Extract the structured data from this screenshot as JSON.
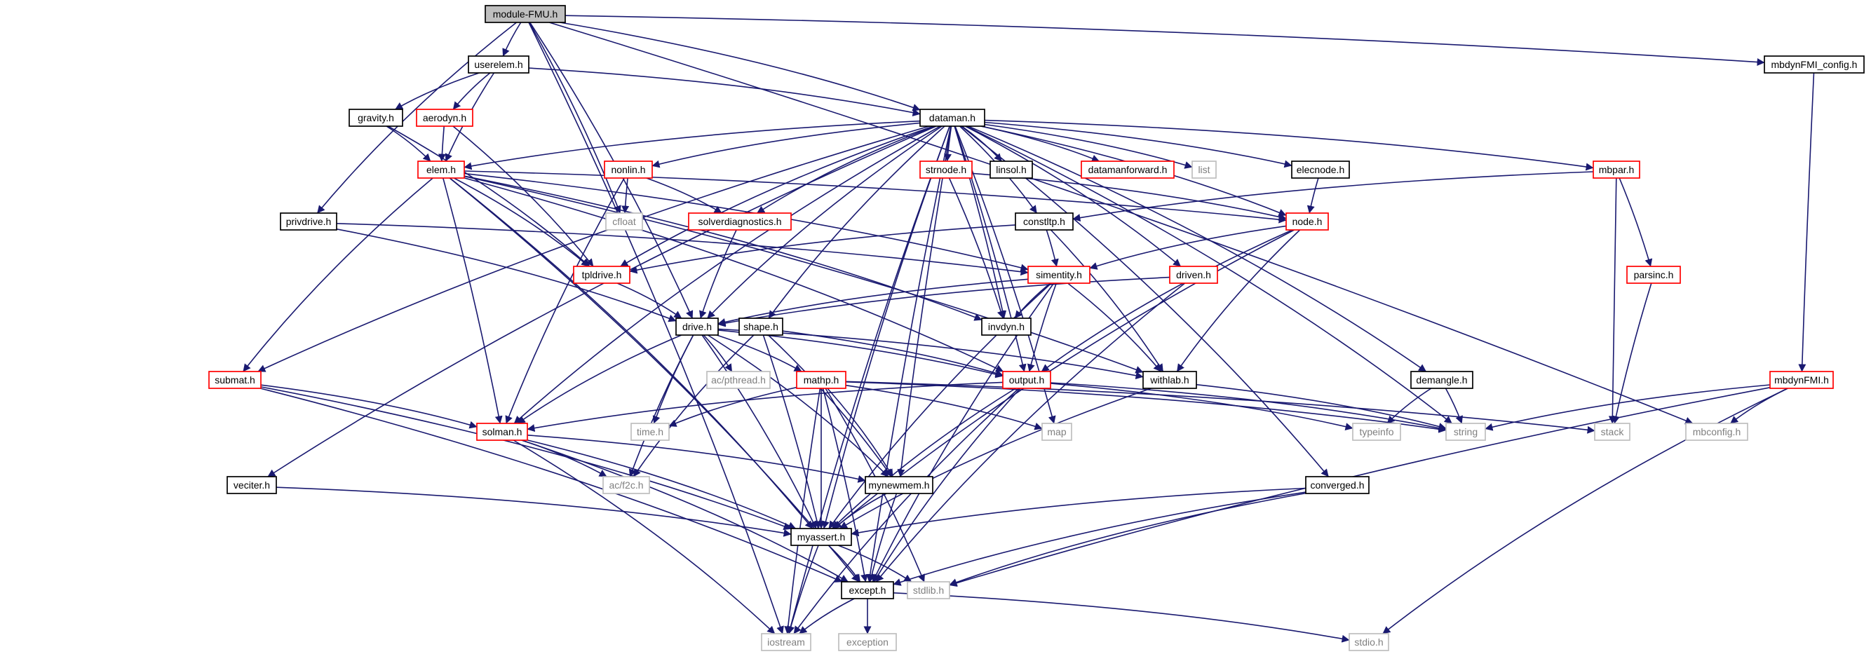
{
  "colors": {
    "edge": "#191970",
    "plain_border": "#000000",
    "plain_fill": "#ffffff",
    "root_fill": "#bfbfbf",
    "link_border": "#ff0000",
    "system_border": "#bfbfbf",
    "system_text": "#7f7f7f",
    "text": "#000000"
  },
  "nodes": [
    {
      "id": "module-FMU.h",
      "label": "module-FMU.h",
      "kind": "root"
    },
    {
      "id": "userelem.h",
      "label": "userelem.h",
      "kind": "plain"
    },
    {
      "id": "mbdynFMI_config.h",
      "label": "mbdynFMI_config.h",
      "kind": "plain"
    },
    {
      "id": "gravity.h",
      "label": "gravity.h",
      "kind": "plain"
    },
    {
      "id": "aerodyn.h",
      "label": "aerodyn.h",
      "kind": "link"
    },
    {
      "id": "dataman.h",
      "label": "dataman.h",
      "kind": "plain"
    },
    {
      "id": "elem.h",
      "label": "elem.h",
      "kind": "link"
    },
    {
      "id": "nonlin.h",
      "label": "nonlin.h",
      "kind": "link"
    },
    {
      "id": "strnode.h",
      "label": "strnode.h",
      "kind": "link"
    },
    {
      "id": "linsol.h",
      "label": "linsol.h",
      "kind": "plain"
    },
    {
      "id": "datamanforward.h",
      "label": "datamanforward.h",
      "kind": "link"
    },
    {
      "id": "list",
      "label": "list",
      "kind": "system"
    },
    {
      "id": "elecnode.h",
      "label": "elecnode.h",
      "kind": "plain"
    },
    {
      "id": "mbpar.h",
      "label": "mbpar.h",
      "kind": "link"
    },
    {
      "id": "cfloat",
      "label": "cfloat",
      "kind": "system"
    },
    {
      "id": "solverdiagnostics.h",
      "label": "solverdiagnostics.h",
      "kind": "link"
    },
    {
      "id": "privdrive.h",
      "label": "privdrive.h",
      "kind": "plain"
    },
    {
      "id": "constltp.h",
      "label": "constltp.h",
      "kind": "plain"
    },
    {
      "id": "node.h",
      "label": "node.h",
      "kind": "link"
    },
    {
      "id": "tpldrive.h",
      "label": "tpldrive.h",
      "kind": "link"
    },
    {
      "id": "simentity.h",
      "label": "simentity.h",
      "kind": "link"
    },
    {
      "id": "driven.h",
      "label": "driven.h",
      "kind": "link"
    },
    {
      "id": "parsinc.h",
      "label": "parsinc.h",
      "kind": "link"
    },
    {
      "id": "drive.h",
      "label": "drive.h",
      "kind": "plain"
    },
    {
      "id": "shape.h",
      "label": "shape.h",
      "kind": "plain"
    },
    {
      "id": "invdyn.h",
      "label": "invdyn.h",
      "kind": "plain"
    },
    {
      "id": "submat.h",
      "label": "submat.h",
      "kind": "link"
    },
    {
      "id": "ac/pthread.h",
      "label": "ac/pthread.h",
      "kind": "system"
    },
    {
      "id": "mathp.h",
      "label": "mathp.h",
      "kind": "link"
    },
    {
      "id": "output.h",
      "label": "output.h",
      "kind": "link"
    },
    {
      "id": "withlab.h",
      "label": "withlab.h",
      "kind": "plain"
    },
    {
      "id": "demangle.h",
      "label": "demangle.h",
      "kind": "plain"
    },
    {
      "id": "mbdynFMI.h",
      "label": "mbdynFMI.h",
      "kind": "link"
    },
    {
      "id": "solman.h",
      "label": "solman.h",
      "kind": "link"
    },
    {
      "id": "time.h",
      "label": "time.h",
      "kind": "system"
    },
    {
      "id": "map",
      "label": "map",
      "kind": "system"
    },
    {
      "id": "typeinfo",
      "label": "typeinfo",
      "kind": "system"
    },
    {
      "id": "string",
      "label": "string",
      "kind": "system"
    },
    {
      "id": "stack",
      "label": "stack",
      "kind": "system"
    },
    {
      "id": "mbconfig.h",
      "label": "mbconfig.h",
      "kind": "system"
    },
    {
      "id": "veciter.h",
      "label": "veciter.h",
      "kind": "plain"
    },
    {
      "id": "ac/f2c.h",
      "label": "ac/f2c.h",
      "kind": "system"
    },
    {
      "id": "mynewmem.h",
      "label": "mynewmem.h",
      "kind": "plain"
    },
    {
      "id": "converged.h",
      "label": "converged.h",
      "kind": "plain"
    },
    {
      "id": "myassert.h",
      "label": "myassert.h",
      "kind": "plain"
    },
    {
      "id": "except.h",
      "label": "except.h",
      "kind": "plain"
    },
    {
      "id": "stdlib.h",
      "label": "stdlib.h",
      "kind": "system"
    },
    {
      "id": "iostream",
      "label": "iostream",
      "kind": "system"
    },
    {
      "id": "exception",
      "label": "exception",
      "kind": "system"
    },
    {
      "id": "stdio.h",
      "label": "stdio.h",
      "kind": "system"
    }
  ],
  "edges": [
    [
      "module-FMU.h",
      "userelem.h"
    ],
    [
      "module-FMU.h",
      "mbdynFMI_config.h"
    ],
    [
      "module-FMU.h",
      "dataman.h"
    ],
    [
      "module-FMU.h",
      "privdrive.h"
    ],
    [
      "module-FMU.h",
      "drive.h"
    ],
    [
      "module-FMU.h",
      "cfloat"
    ],
    [
      "module-FMU.h",
      "iostream"
    ],
    [
      "module-FMU.h",
      "mbconfig.h"
    ],
    [
      "userelem.h",
      "gravity.h"
    ],
    [
      "userelem.h",
      "aerodyn.h"
    ],
    [
      "userelem.h",
      "elem.h"
    ],
    [
      "userelem.h",
      "dataman.h"
    ],
    [
      "mbdynFMI_config.h",
      "mbdynFMI.h"
    ],
    [
      "gravity.h",
      "elem.h"
    ],
    [
      "gravity.h",
      "tpldrive.h"
    ],
    [
      "aerodyn.h",
      "elem.h"
    ],
    [
      "aerodyn.h",
      "tpldrive.h"
    ],
    [
      "dataman.h",
      "elem.h"
    ],
    [
      "dataman.h",
      "nonlin.h"
    ],
    [
      "dataman.h",
      "strnode.h"
    ],
    [
      "dataman.h",
      "linsol.h"
    ],
    [
      "dataman.h",
      "datamanforward.h"
    ],
    [
      "dataman.h",
      "list"
    ],
    [
      "dataman.h",
      "elecnode.h"
    ],
    [
      "dataman.h",
      "mbpar.h"
    ],
    [
      "dataman.h",
      "solverdiagnostics.h"
    ],
    [
      "dataman.h",
      "constltp.h"
    ],
    [
      "dataman.h",
      "node.h"
    ],
    [
      "dataman.h",
      "tpldrive.h"
    ],
    [
      "dataman.h",
      "driven.h"
    ],
    [
      "dataman.h",
      "drive.h"
    ],
    [
      "dataman.h",
      "invdyn.h"
    ],
    [
      "dataman.h",
      "submat.h"
    ],
    [
      "dataman.h",
      "output.h"
    ],
    [
      "dataman.h",
      "demangle.h"
    ],
    [
      "dataman.h",
      "solman.h"
    ],
    [
      "dataman.h",
      "map"
    ],
    [
      "dataman.h",
      "string"
    ],
    [
      "dataman.h",
      "veciter.h"
    ],
    [
      "dataman.h",
      "mynewmem.h"
    ],
    [
      "dataman.h",
      "converged.h"
    ],
    [
      "dataman.h",
      "myassert.h"
    ],
    [
      "dataman.h",
      "except.h"
    ],
    [
      "dataman.h",
      "iostream"
    ],
    [
      "dataman.h",
      "shape.h"
    ],
    [
      "elem.h",
      "simentity.h"
    ],
    [
      "elem.h",
      "node.h"
    ],
    [
      "elem.h",
      "submat.h"
    ],
    [
      "elem.h",
      "solman.h"
    ],
    [
      "elem.h",
      "myassert.h"
    ],
    [
      "elem.h",
      "except.h"
    ],
    [
      "elem.h",
      "output.h"
    ],
    [
      "elem.h",
      "withlab.h"
    ],
    [
      "elem.h",
      "invdyn.h"
    ],
    [
      "elem.h",
      "tpldrive.h"
    ],
    [
      "nonlin.h",
      "cfloat"
    ],
    [
      "nonlin.h",
      "solverdiagnostics.h"
    ],
    [
      "nonlin.h",
      "solman.h"
    ],
    [
      "strnode.h",
      "node.h"
    ],
    [
      "strnode.h",
      "invdyn.h"
    ],
    [
      "elecnode.h",
      "node.h"
    ],
    [
      "mbpar.h",
      "constltp.h"
    ],
    [
      "mbpar.h",
      "parsinc.h"
    ],
    [
      "mbpar.h",
      "stack"
    ],
    [
      "solverdiagnostics.h",
      "drive.h"
    ],
    [
      "privdrive.h",
      "drive.h"
    ],
    [
      "privdrive.h",
      "simentity.h"
    ],
    [
      "constltp.h",
      "simentity.h"
    ],
    [
      "constltp.h",
      "tpldrive.h"
    ],
    [
      "constltp.h",
      "withlab.h"
    ],
    [
      "node.h",
      "simentity.h"
    ],
    [
      "node.h",
      "output.h"
    ],
    [
      "node.h",
      "withlab.h"
    ],
    [
      "node.h",
      "myassert.h"
    ],
    [
      "tpldrive.h",
      "drive.h"
    ],
    [
      "simentity.h",
      "drive.h"
    ],
    [
      "simentity.h",
      "invdyn.h"
    ],
    [
      "simentity.h",
      "output.h"
    ],
    [
      "simentity.h",
      "withlab.h"
    ],
    [
      "simentity.h",
      "myassert.h"
    ],
    [
      "simentity.h",
      "except.h"
    ],
    [
      "driven.h",
      "drive.h"
    ],
    [
      "driven.h",
      "except.h"
    ],
    [
      "parsinc.h",
      "stack"
    ],
    [
      "drive.h",
      "ac/pthread.h"
    ],
    [
      "drive.h",
      "mathp.h"
    ],
    [
      "drive.h",
      "output.h"
    ],
    [
      "drive.h",
      "withlab.h"
    ],
    [
      "drive.h",
      "solman.h"
    ],
    [
      "drive.h",
      "time.h"
    ],
    [
      "drive.h",
      "ac/f2c.h"
    ],
    [
      "drive.h",
      "mynewmem.h"
    ],
    [
      "drive.h",
      "myassert.h"
    ],
    [
      "shape.h",
      "output.h"
    ],
    [
      "shape.h",
      "mynewmem.h"
    ],
    [
      "shape.h",
      "ac/f2c.h"
    ],
    [
      "shape.h",
      "myassert.h"
    ],
    [
      "submat.h",
      "solman.h"
    ],
    [
      "submat.h",
      "myassert.h"
    ],
    [
      "submat.h",
      "except.h"
    ],
    [
      "mathp.h",
      "time.h"
    ],
    [
      "mathp.h",
      "map"
    ],
    [
      "mathp.h",
      "mynewmem.h"
    ],
    [
      "mathp.h",
      "myassert.h"
    ],
    [
      "mathp.h",
      "except.h"
    ],
    [
      "mathp.h",
      "stdlib.h"
    ],
    [
      "mathp.h",
      "iostream"
    ],
    [
      "mathp.h",
      "string"
    ],
    [
      "mathp.h",
      "stack"
    ],
    [
      "output.h",
      "solman.h"
    ],
    [
      "output.h",
      "typeinfo"
    ],
    [
      "output.h",
      "string"
    ],
    [
      "output.h",
      "myassert.h"
    ],
    [
      "output.h",
      "except.h"
    ],
    [
      "output.h",
      "iostream"
    ],
    [
      "withlab.h",
      "string"
    ],
    [
      "withlab.h",
      "myassert.h"
    ],
    [
      "demangle.h",
      "typeinfo"
    ],
    [
      "demangle.h",
      "string"
    ],
    [
      "mbdynFMI.h",
      "string"
    ],
    [
      "mbdynFMI.h",
      "mbconfig.h"
    ],
    [
      "mbdynFMI.h",
      "stdlib.h"
    ],
    [
      "mbdynFMI.h",
      "stdio.h"
    ],
    [
      "solman.h",
      "ac/f2c.h"
    ],
    [
      "solman.h",
      "mynewmem.h"
    ],
    [
      "solman.h",
      "myassert.h"
    ],
    [
      "solman.h",
      "except.h"
    ],
    [
      "solman.h",
      "iostream"
    ],
    [
      "veciter.h",
      "myassert.h"
    ],
    [
      "mynewmem.h",
      "myassert.h"
    ],
    [
      "mynewmem.h",
      "except.h"
    ],
    [
      "converged.h",
      "myassert.h"
    ],
    [
      "converged.h",
      "except.h"
    ],
    [
      "converged.h",
      "stdlib.h"
    ],
    [
      "myassert.h",
      "except.h"
    ],
    [
      "myassert.h",
      "stdlib.h"
    ],
    [
      "myassert.h",
      "iostream"
    ],
    [
      "except.h",
      "iostream"
    ],
    [
      "except.h",
      "exception"
    ],
    [
      "except.h",
      "stdio.h"
    ]
  ]
}
